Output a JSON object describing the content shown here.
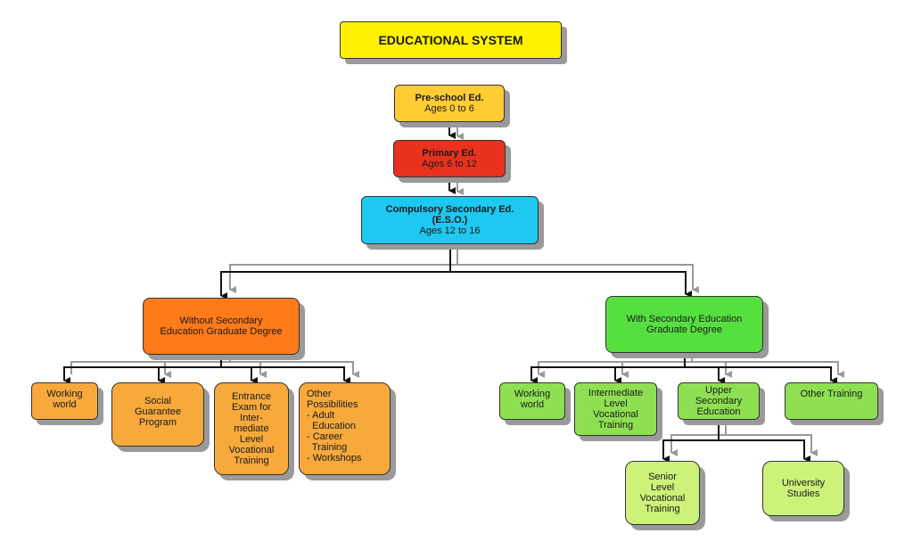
{
  "colors": {
    "title": "#fff200",
    "preschool": "#ffcc33",
    "primary": "#e8321e",
    "secondary": "#1ec8f0",
    "without": "#ff7a1a",
    "without_children": "#f7a93c",
    "with": "#55e040",
    "with_children": "#8ee052",
    "upper_children": "#ccf27a"
  },
  "title": "EDUCATIONAL SYSTEM",
  "preschool": {
    "name": "Pre-school Ed.",
    "ages": "Ages 0 to 6"
  },
  "primary": {
    "name": "Primary Ed.",
    "ages": "Ages 6 to 12"
  },
  "secondary": {
    "name": "Compulsory Secondary Ed.",
    "abbr": "(E.S.O.)",
    "ages": "Ages 12 to 16"
  },
  "without": {
    "line1": "Without Secondary",
    "line2": "Education Graduate Degree"
  },
  "with": {
    "line1": "With Secondary Education",
    "line2": "Graduate Degree"
  },
  "without_children": {
    "working": [
      "Working",
      "world"
    ],
    "social": [
      "Social",
      "Guarantee",
      "Program"
    ],
    "entrance": [
      "Entrance",
      "Exam for",
      "Inter-",
      "mediate",
      "Level",
      "Vocational",
      "Training"
    ],
    "other": [
      "Other",
      "Possibilities",
      "- Adult",
      "  Education",
      "- Career",
      "  Training",
      "- Workshops"
    ]
  },
  "with_children": {
    "working": [
      "Working",
      "world"
    ],
    "intermediate": [
      "Intermediate",
      "Level",
      "Vocational",
      "Training"
    ],
    "upper": [
      "Upper",
      "Secondary",
      "Education"
    ],
    "other": [
      "Other Training"
    ]
  },
  "upper_children": {
    "senior": [
      "Senior",
      "Level",
      "Vocational",
      "Training"
    ],
    "university": [
      "University",
      "Studies"
    ]
  }
}
